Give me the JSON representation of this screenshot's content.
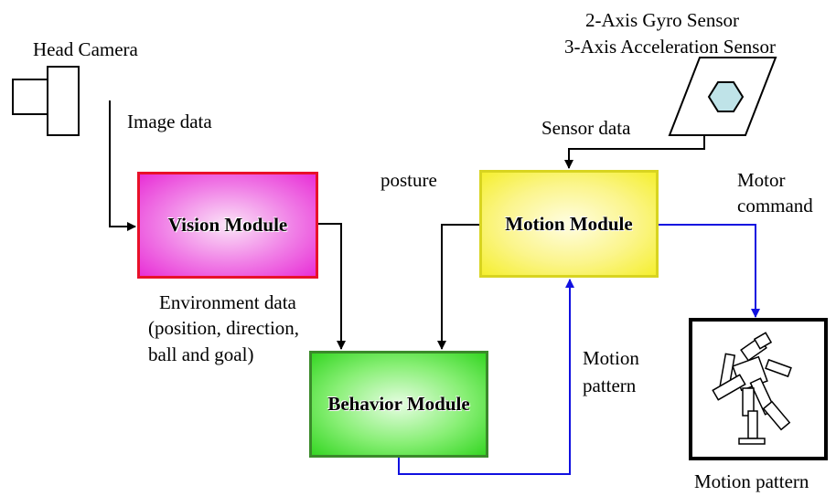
{
  "labels": {
    "head_camera": "Head Camera",
    "image_data": "Image data",
    "gyro_sensor": "2-Axis Gyro Sensor",
    "accel_sensor": "3-Axis Acceleration Sensor",
    "sensor_data": "Sensor data",
    "posture": "posture",
    "motor_command_line1": "Motor",
    "motor_command_line2": "command",
    "environment_line1": "Environment data",
    "environment_line2": "(position, direction,",
    "environment_line3": " ball and goal)",
    "motion_pattern_line1": "Motion",
    "motion_pattern_line2": "pattern",
    "motion_pattern_caption": "Motion pattern"
  },
  "modules": {
    "vision": "Vision Module",
    "motion": "Motion Module",
    "behavior": "Behavior Module"
  },
  "colors": {
    "arrow_black": "#000000",
    "arrow_blue": "#1010e0",
    "vision_border": "#e8102a",
    "motion_border": "#d8d420",
    "behavior_border": "#3a8a2a",
    "sensor_hexagon": "#bfe3e8"
  }
}
